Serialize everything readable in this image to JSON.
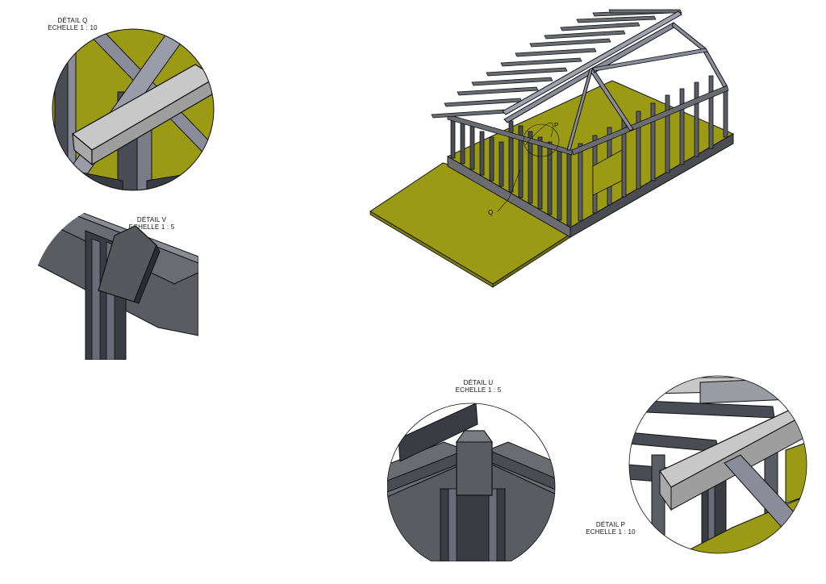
{
  "details": {
    "q": {
      "title": "DÉTAIL Q",
      "scale": "ECHELLE 1 : 10"
    },
    "v": {
      "title": "DÉTAIL V",
      "scale": "ECHELLE 1 : 5"
    },
    "u": {
      "title": "DÉTAIL U",
      "scale": "ECHELLE 1 : 5"
    },
    "p": {
      "title": "DÉTAIL P",
      "scale": "ECHELLE 1 : 10"
    }
  },
  "callouts": {
    "p": "P",
    "q": "Q"
  },
  "colors": {
    "floor": "#9a9a14",
    "floor_dark": "#7c7c10",
    "steel": "#4a4c55",
    "steel_light": "#8a8c99",
    "steel_dark": "#2a2b30",
    "beam_light": "#c8c8c8",
    "edge": "#111111"
  }
}
